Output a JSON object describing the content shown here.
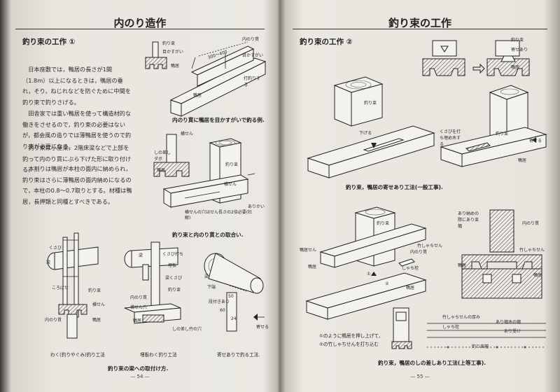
{
  "left_page": {
    "header": "内のり造作",
    "section_title": "釣り束の工作 ①",
    "paragraphs": [
      "日本座敷では，鴨居の長さが1間（1.8m）以上になるときは，鴨居の垂れ，そり，ねじれなどを防ぐために中間を釣り束で釣りさげる。",
      "田舎家では重い鴨居を使って構造材的な働きをさせるので，釣り束の必要はないが，都会風の造りでは薄鴨居を使うので釣り束が必要になる。",
      "釣り束は小屋梁，2階床梁などで上部を釣って内のり貫にぶら下げた形に取り付ける。",
      "本割りは鴨居が本柱の面内に納められ，釣り束はさらに薄鴨居の面内納めになるので，本柱の0.8～0.7取りとする。材種は鴨居，長押類と同種とすべきである。"
    ],
    "labels": {
      "fig1": [
        "釣り束",
        "目かすがい",
        "内のり貫",
        "300～400",
        "目かすがい",
        "打釣りする",
        "鴨居",
        "鴨居"
      ],
      "fig2": [
        "横せん",
        "しの差しダボ",
        "鴨居",
        "釣り束",
        "横せん",
        "ありかい",
        "横せんの穴はせん長さの2倍必要(杜解)"
      ],
      "fig3": [
        "くさび",
        "梁",
        "ころばせ",
        "釣り束",
        "横せん",
        "内のり貫",
        "鴨居"
      ],
      "fig4": [
        "梁",
        "くさび打ち",
        "埋板",
        "梁くさび",
        "釣り束",
        "内のり貫",
        "横せん穴",
        "鴨居",
        "しの差し竹の穴"
      ],
      "fig5": [
        "梁",
        "下端",
        "段付きあり",
        "50",
        "60",
        "24",
        "寄せる"
      ]
    },
    "captions": {
      "fig1": "内のり貫に鴨居を目かすがいで釣る例.",
      "fig2": "釣り束と内のり貫との取合い.",
      "fig3": "わく(釣りやぐみ)釣り工法",
      "fig4": "埋板わく釣り工法",
      "fig5": "寄せありで釣る工法.",
      "bottom": "釣り束の梁への取付け方."
    },
    "page_number": "— 54 —"
  },
  "right_page": {
    "header": "釣り束の工作",
    "section_title": "釣り束の工作 ②",
    "labels": {
      "fig1": [
        "釣り束",
        "寄せあり",
        "鴨居"
      ],
      "fig2": [
        "釣り束",
        "下げる",
        "くさびを打ち埋め木する",
        "寄せる",
        "鴨居"
      ],
      "fig3": [
        "鴨居せん",
        "鴨居",
        "釣り束",
        "竹しゃちせん",
        "内のり貫",
        "しゃち栓",
        "鴨居",
        "①",
        "②"
      ],
      "fig4": [
        "あり納めの際にあり束幅",
        "内のり貫",
        "竹しゃちせん",
        "鴨居",
        "鴨居"
      ],
      "fig5": [
        "竹しゃちせんの厚み",
        "あり幅木の幅",
        "しゃち栓",
        "あり受け",
        "釣り束幅"
      ]
    },
    "captions": {
      "fig12": "釣り束，鴨居の寄せあり工法(一般工事).",
      "note1": "①のように鴨居を押し上げて，",
      "note2": "②の竹しゃちせんを打ち込む",
      "fig345": "釣り束，鴨居のしの差しあり工法(上等工事)."
    },
    "page_number": "— 55 —"
  }
}
